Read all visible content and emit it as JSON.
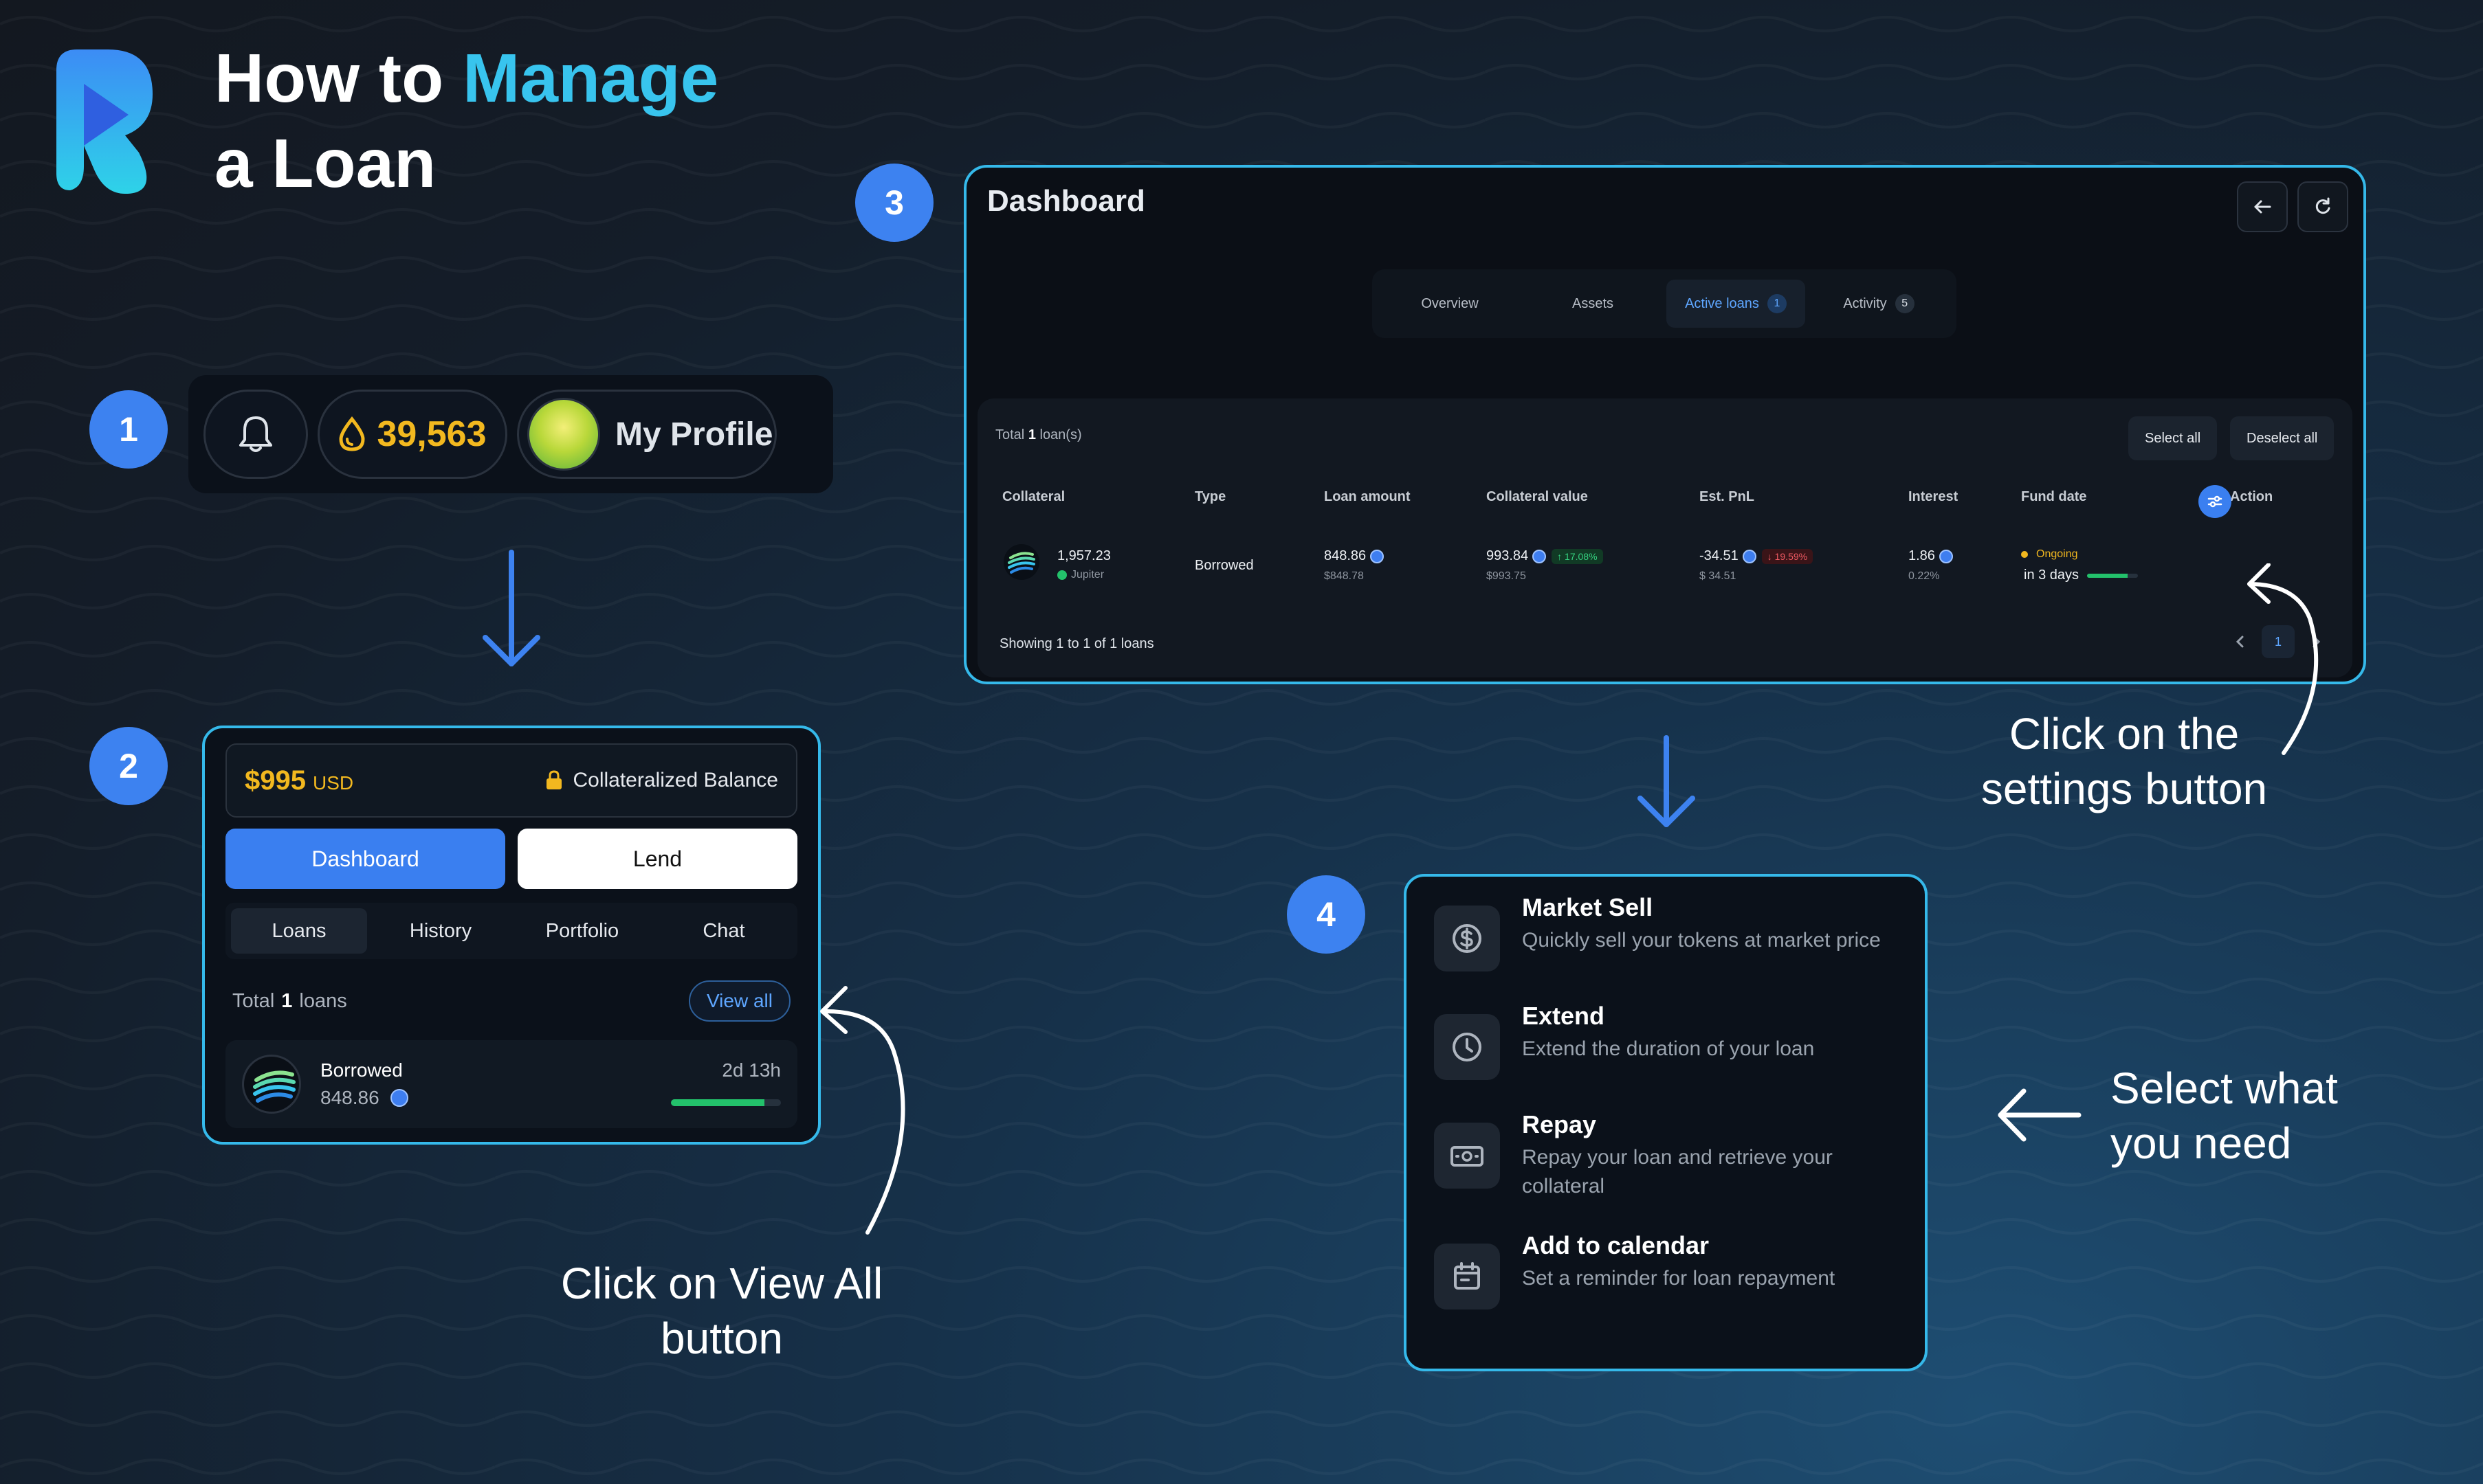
{
  "title": {
    "line1_prefix": "How to ",
    "line1_highlight": "Manage",
    "line2": "a Loan"
  },
  "colors": {
    "accent": "#38c4ee",
    "badge": "#3d82f0",
    "gold": "#f2b81f",
    "primary_button": "#3a7ff0",
    "success": "#23c16b",
    "danger": "#ef5a63"
  },
  "steps": {
    "s1": "1",
    "s2": "2",
    "s3": "3",
    "s4": "4"
  },
  "step1": {
    "bell_icon": "bell-icon",
    "points_icon": "drop-icon",
    "points": "39,563",
    "profile_label": "My Profile"
  },
  "step2": {
    "balance_amount": "$995",
    "balance_currency": "USD",
    "collateral_label": "Collateralized Balance",
    "dashboard_button": "Dashboard",
    "lend_button": "Lend",
    "tabs": [
      "Loans",
      "History",
      "Portfolio",
      "Chat"
    ],
    "total_label": "Total",
    "total_count": "1",
    "total_unit": "loans",
    "view_all": "View all",
    "loan": {
      "type": "Borrowed",
      "amount": "848.86",
      "time": "2d 13h",
      "progress": 0.85
    }
  },
  "step3": {
    "title": "Dashboard",
    "tabs": [
      {
        "label": "Overview",
        "count": ""
      },
      {
        "label": "Assets",
        "count": ""
      },
      {
        "label": "Active loans",
        "count": "1"
      },
      {
        "label": "Activity",
        "count": "5"
      }
    ],
    "total_prefix": "Total ",
    "total_count": "1",
    "total_suffix": " loan(s)",
    "select_all": "Select all",
    "deselect_all": "Deselect all",
    "columns": [
      "Collateral",
      "Type",
      "Loan amount",
      "Collateral value",
      "Est. PnL",
      "Interest",
      "Fund date",
      "Action"
    ],
    "row": {
      "collateral": "1,957.23",
      "collateral_name": "Jupiter",
      "type": "Borrowed",
      "loan_amount": "848.86",
      "loan_amount_usd": "$848.78",
      "collateral_value": "993.84",
      "collateral_value_change": "↑ 17.08%",
      "collateral_value_usd": "$993.75",
      "pnl": "-34.51",
      "pnl_change": "↓ 19.59%",
      "pnl_usd": "$ 34.51",
      "interest": "1.86",
      "interest_pct": "0.22%",
      "fund_status": "Ongoing",
      "fund_in": "in 3 days",
      "fund_progress": 0.8
    },
    "footer": "Showing 1 to 1 of 1 loans",
    "page": "1"
  },
  "step4": {
    "items": [
      {
        "icon": "dollar-icon",
        "title": "Market Sell",
        "desc": "Quickly sell your tokens at market price"
      },
      {
        "icon": "clock-icon",
        "title": "Extend",
        "desc": "Extend the duration of your loan"
      },
      {
        "icon": "cash-icon",
        "title": "Repay",
        "desc": "Repay your loan and retrieve your collateral"
      },
      {
        "icon": "calendar-icon",
        "title": "Add to calendar",
        "desc": "Set a reminder for loan repayment"
      }
    ]
  },
  "captions": {
    "view_all": [
      "Click on View All",
      "button"
    ],
    "settings": [
      "Click on the",
      "settings button"
    ],
    "select": [
      "Select what",
      "you need"
    ]
  }
}
